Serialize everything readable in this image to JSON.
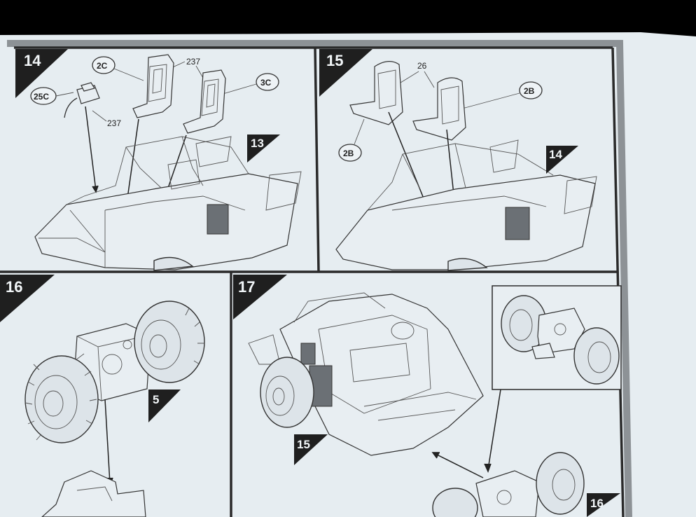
{
  "steps": [
    {
      "number": "14",
      "ref_step": "13",
      "callouts": [
        "2C",
        "25C",
        "3C"
      ],
      "part_labels": [
        "237",
        "237"
      ]
    },
    {
      "number": "15",
      "ref_step": "14",
      "callouts": [
        "2B",
        "2B"
      ],
      "part_labels": [
        "26"
      ]
    },
    {
      "number": "16",
      "ref_step": "5"
    },
    {
      "number": "17",
      "ref_step": "15",
      "ref_step_2": "16"
    }
  ],
  "colors": {
    "paper": "#e6edf1",
    "frame": "#2a2a2a",
    "grey_border": "#8d9296",
    "background": "#000000"
  }
}
